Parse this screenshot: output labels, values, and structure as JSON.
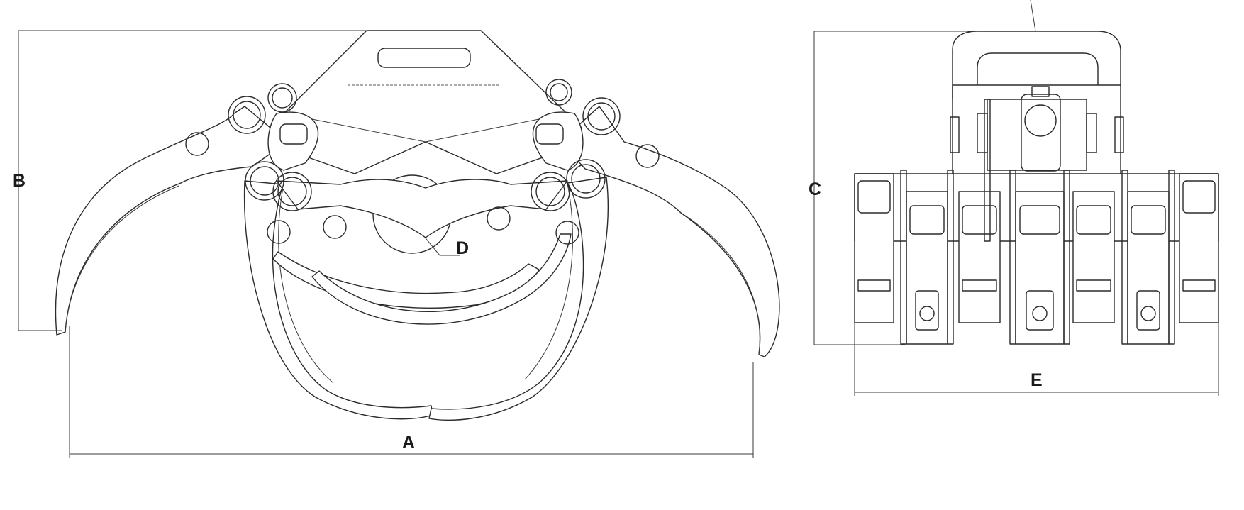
{
  "diagram": {
    "labels": {
      "a": "A",
      "b": "B",
      "c": "C",
      "d": "D",
      "e": "E"
    }
  }
}
